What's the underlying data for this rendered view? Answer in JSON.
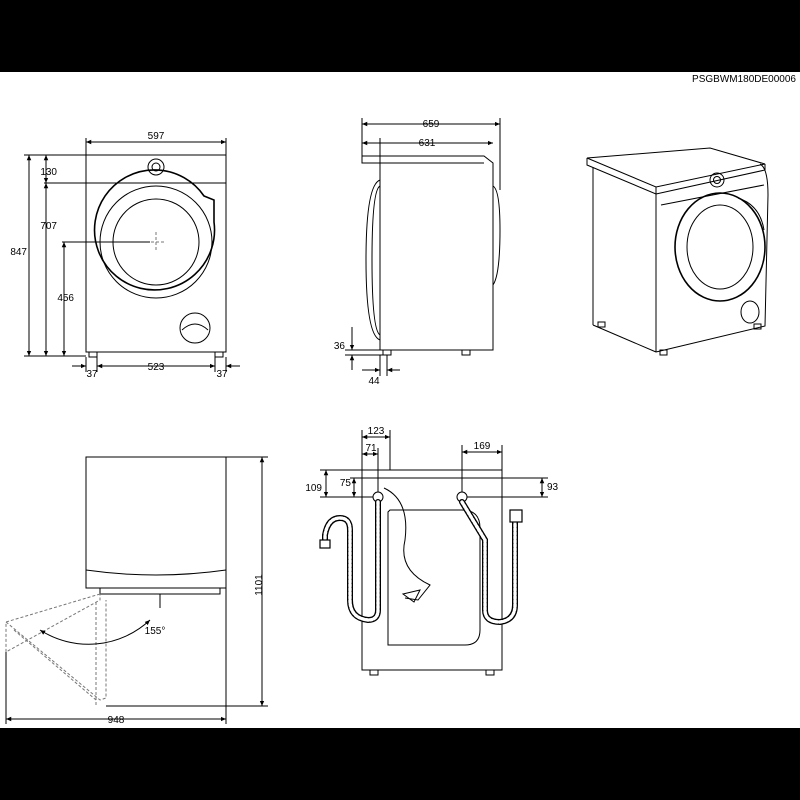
{
  "code": "PSGBWM180DE00006",
  "front": {
    "width": "597",
    "top_offset": "130",
    "door_center_height": "707",
    "total_height": "847",
    "door_bottom_height": "456",
    "foot_left": "37",
    "foot_span": "523",
    "foot_right": "37"
  },
  "side": {
    "depth_total": "659",
    "depth_body": "631",
    "foot_height": "36",
    "foot_inset": "44"
  },
  "top": {
    "total_height": "1101",
    "door_angle": "155°",
    "total_depth": "948"
  },
  "back": {
    "left_hose_offset": "123",
    "left_hose_inner": "71",
    "right_hose_offset": "169",
    "left_height_outer": "109",
    "left_height_inner": "75",
    "right_height": "93"
  }
}
